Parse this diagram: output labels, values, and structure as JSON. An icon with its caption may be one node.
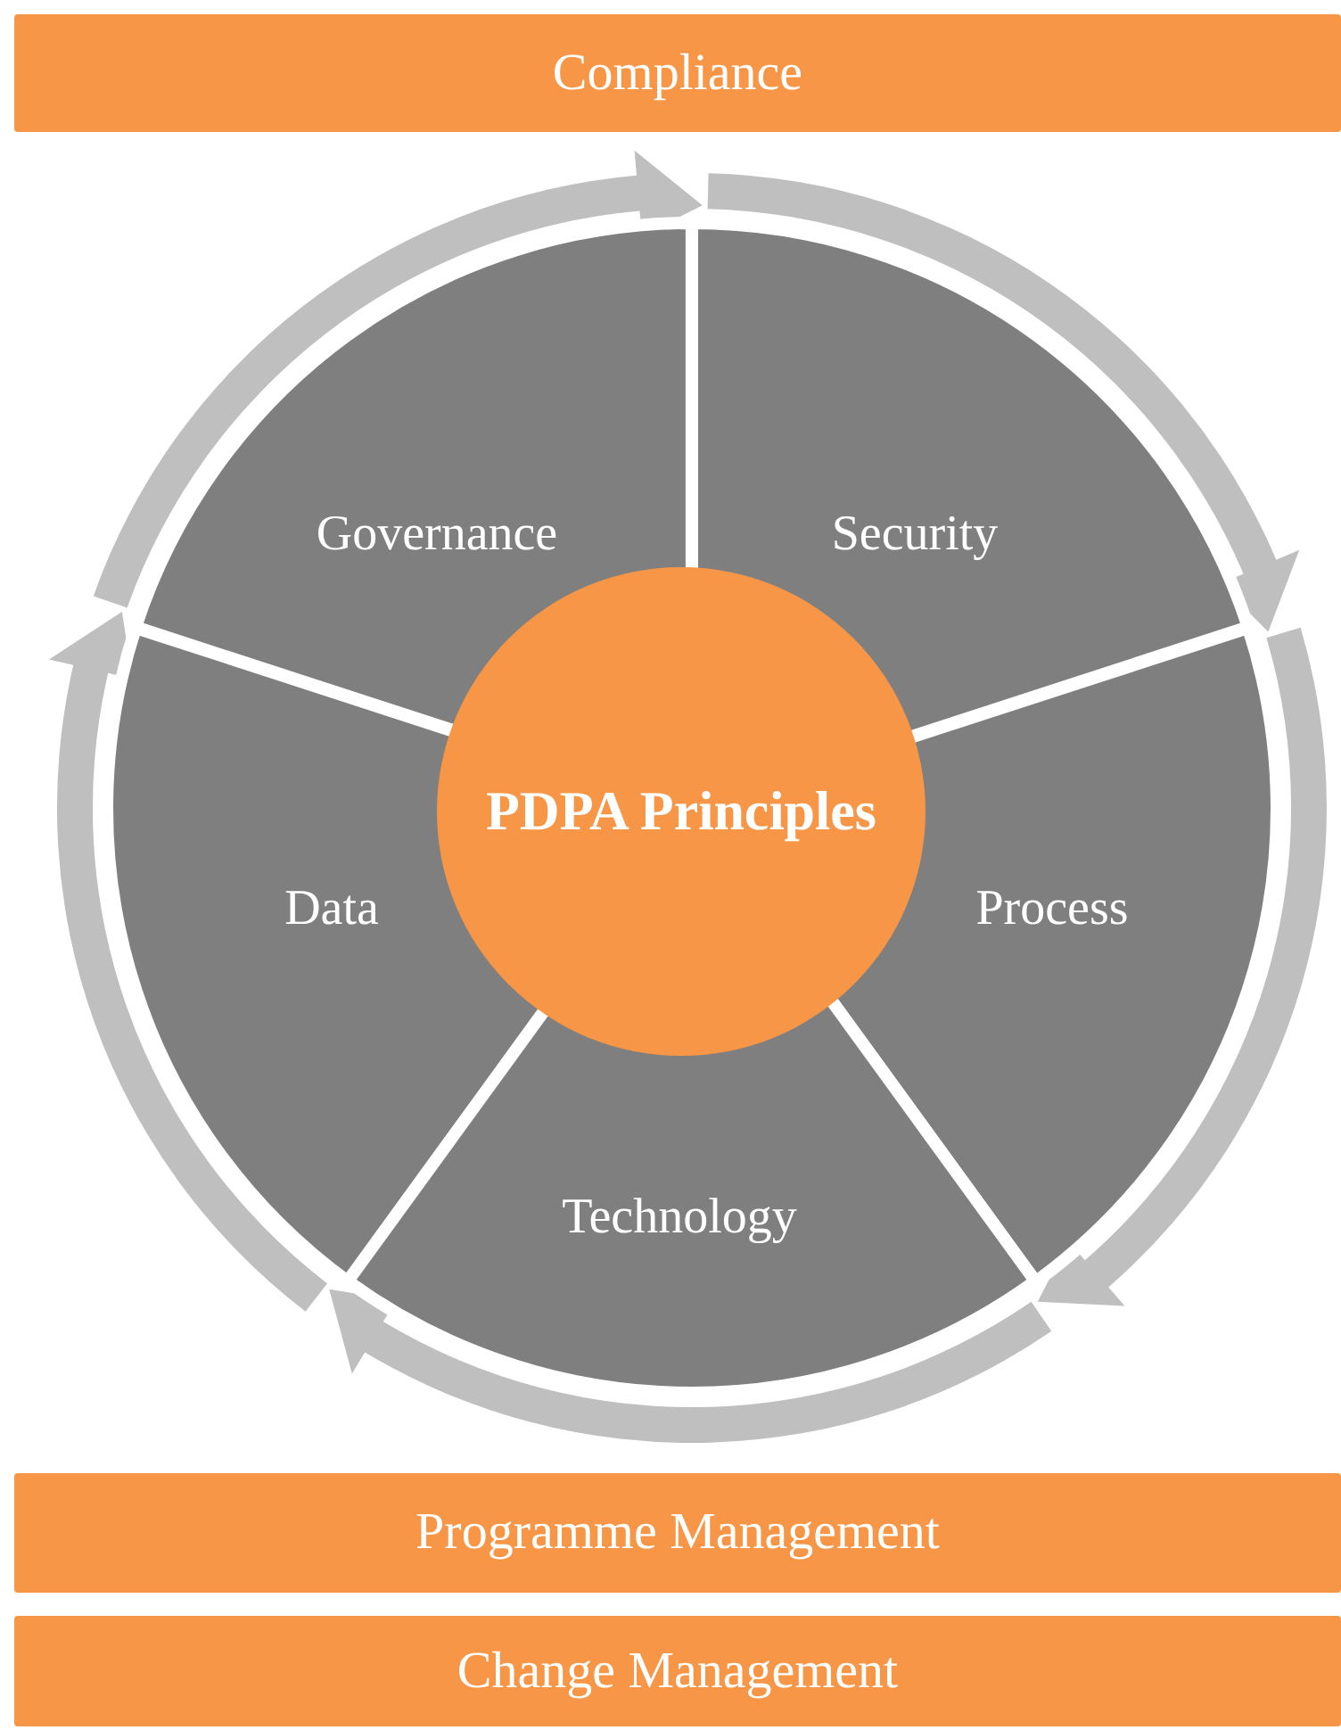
{
  "diagram": {
    "nodes": [
      {
        "text": [
          "Compliance"
        ]
      },
      {
        "text": [
          "Governance"
        ]
      },
      {
        "text": [
          "Security"
        ]
      },
      {
        "text": [
          "PDPA Principles"
        ]
      },
      {
        "text": [
          "Data"
        ]
      },
      {
        "text": [
          "Process"
        ]
      },
      {
        "text": [
          "Technology"
        ]
      },
      {
        "text": [
          "Programme Management"
        ]
      },
      {
        "text": [
          "Change Management"
        ]
      }
    ],
    "edges": [
      {
        "from": 1,
        "to": 2,
        "arrow": "to"
      },
      {
        "from": 2,
        "to": 5,
        "arrow": "to"
      },
      {
        "from": 5,
        "to": 6,
        "arrow": "to"
      },
      {
        "from": 6,
        "to": 4,
        "arrow": "to"
      },
      {
        "from": 4,
        "to": 1,
        "arrow": "to"
      }
    ]
  }
}
